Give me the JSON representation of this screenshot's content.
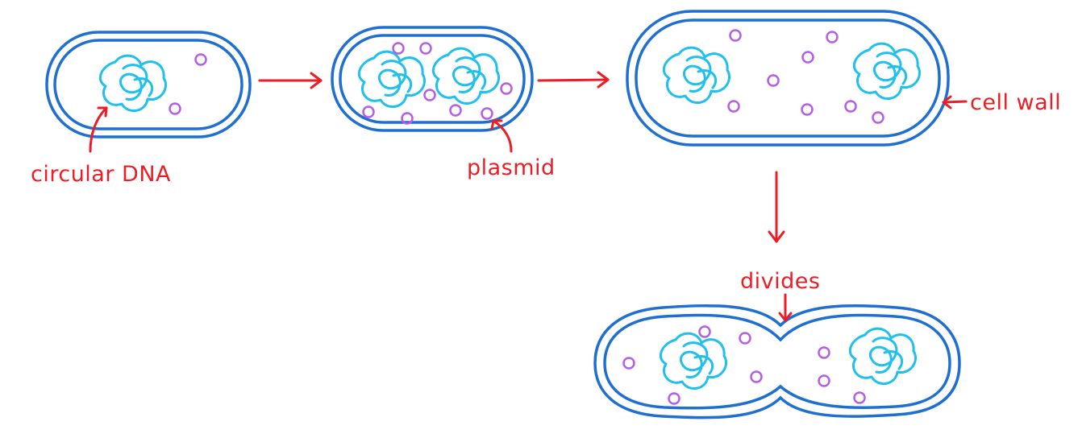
{
  "labels": {
    "circular_dna": "circular DNA",
    "plasmid": "plasmid",
    "cell_wall": "cell wall",
    "divides": "divides"
  },
  "colors": {
    "cell_wall": "#1f6fd1",
    "dna": "#1fc0ee",
    "plasmid": "#b55ee8",
    "annotation": "#ee1c24"
  },
  "stages": [
    {
      "name": "single-cell",
      "chromosomes": 1
    },
    {
      "name": "replicated-cell",
      "chromosomes": 2
    },
    {
      "name": "elongated-cell",
      "chromosomes": 2
    },
    {
      "name": "dividing-cell",
      "chromosomes": 2
    }
  ]
}
